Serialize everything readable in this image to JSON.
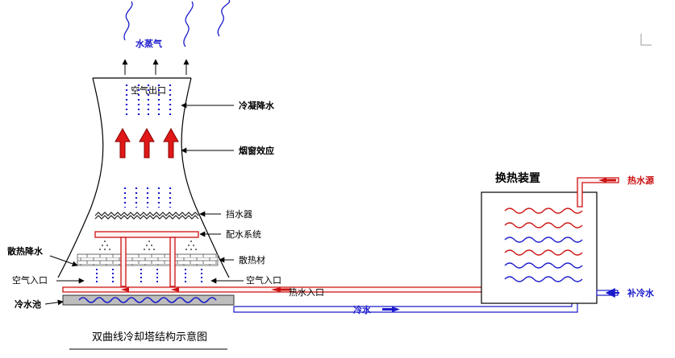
{
  "labels": {
    "steam": "水蒸气",
    "air_outlet": "空气出口",
    "condensed_water": "冷凝降水",
    "chimney_effect": "烟窗效应",
    "drift_eliminator": "挡水器",
    "water_distribution": "配水系统",
    "heat_dissipation_rain": "散热降水",
    "fill_material": "散热材",
    "air_inlet_left": "空气入口",
    "air_inlet_right": "空气入口",
    "hot_water_inlet": "热水入口",
    "cold_water_pool": "冷水池",
    "cold_water": "冷水",
    "heat_exchanger": "换热装置",
    "heat_source": "热水源",
    "makeup_water": "补冷水",
    "caption": "双曲线冷却塔结构示意图"
  },
  "colors": {
    "red": "#cc1111",
    "blue": "#1a1acc",
    "pipe_fill": "#fff2f2",
    "pool": "#bdbdbd"
  }
}
